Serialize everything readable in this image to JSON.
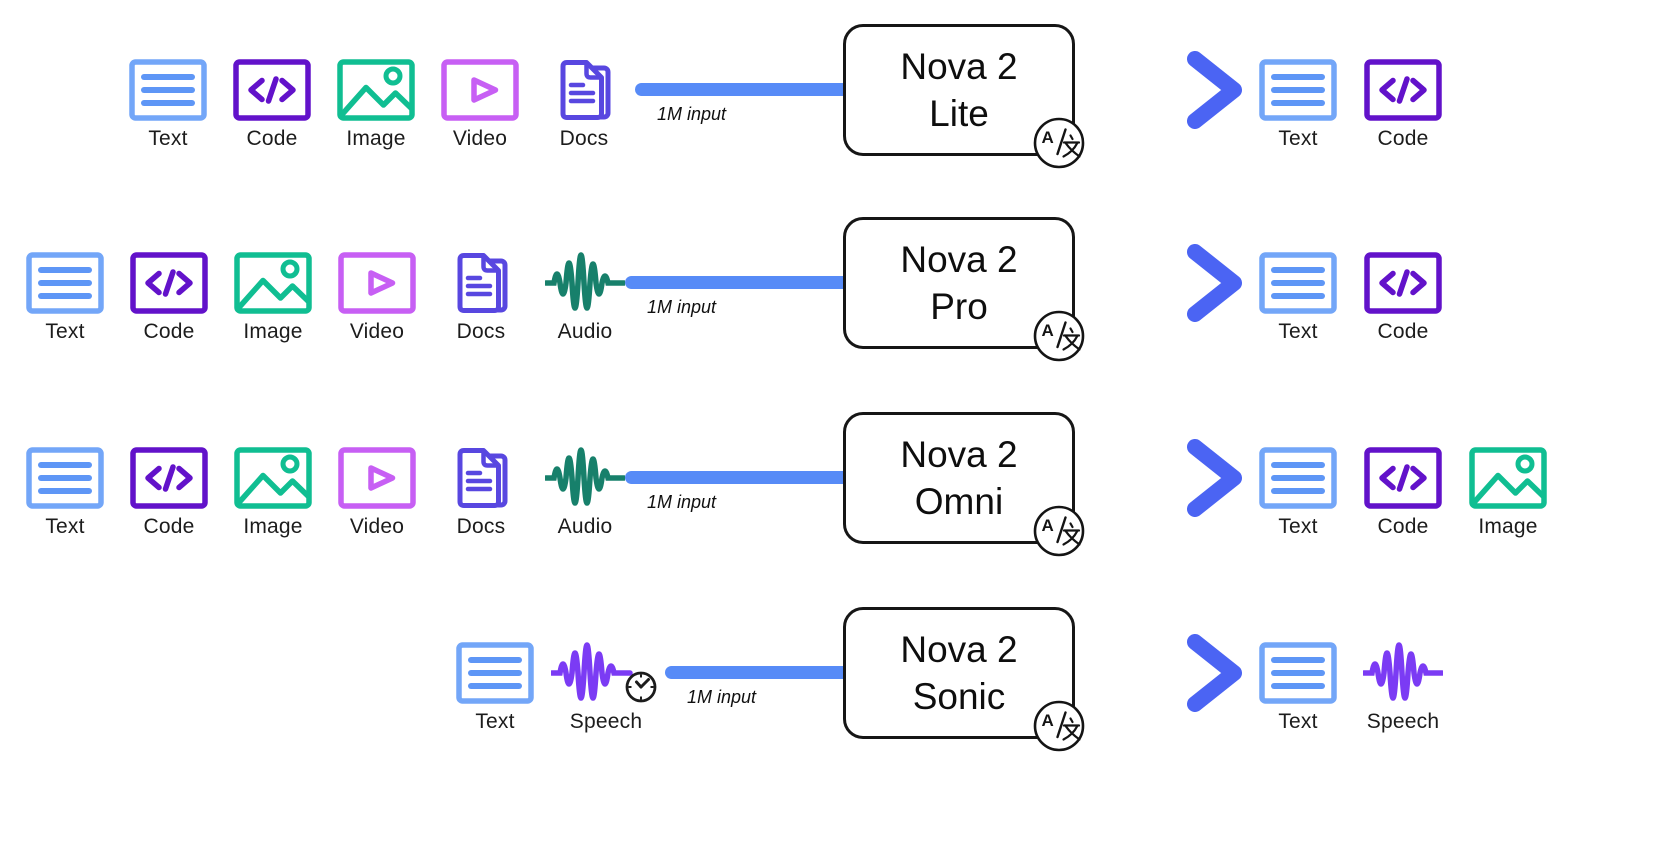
{
  "diagram": {
    "background_color": "#ffffff",
    "modalities": {
      "text": {
        "label": "Text",
        "border_color": "#73A6F8",
        "line_color": "#5E96F6"
      },
      "code": {
        "label": "Code",
        "color": "#6212CA"
      },
      "image": {
        "label": "Image",
        "color": "#10BE92"
      },
      "video": {
        "label": "Video",
        "color": "#C75FF4"
      },
      "docs": {
        "label": "Docs",
        "color": "#5847E0"
      },
      "audio": {
        "label": "Audio",
        "color": "#17806B"
      },
      "speech": {
        "label": "Speech",
        "color": "#7B3BF4"
      },
      "speech_clock": {
        "label": "Speech",
        "color": "#7B3BF4",
        "clock_color": "#1c1c1c"
      }
    },
    "arrows": {
      "input_color": "#578BF7",
      "output_gradient_start": "#9A85E8",
      "output_gradient_end": "#4E68F3",
      "output_head_color": "#4B64F3"
    },
    "translation_badge": {
      "text": "A/文"
    },
    "rows": [
      {
        "model": {
          "line1": "Nova 2",
          "line2": "Lite"
        },
        "input_label": "1M input",
        "inputs": [
          "text",
          "code",
          "image",
          "video",
          "docs"
        ],
        "outputs": [
          "text",
          "code"
        ]
      },
      {
        "model": {
          "line1": "Nova 2",
          "line2": "Pro"
        },
        "input_label": "1M input",
        "inputs": [
          "text",
          "code",
          "image",
          "video",
          "docs",
          "audio"
        ],
        "outputs": [
          "text",
          "code"
        ]
      },
      {
        "model": {
          "line1": "Nova 2",
          "line2": "Omni"
        },
        "input_label": "1M input",
        "inputs": [
          "text",
          "code",
          "image",
          "video",
          "docs",
          "audio"
        ],
        "outputs": [
          "text",
          "code",
          "image"
        ]
      },
      {
        "model": {
          "line1": "Nova 2",
          "line2": "Sonic"
        },
        "input_label": "1M input",
        "inputs": [
          "text",
          "speech_clock"
        ],
        "outputs": [
          "text",
          "speech"
        ]
      }
    ]
  }
}
